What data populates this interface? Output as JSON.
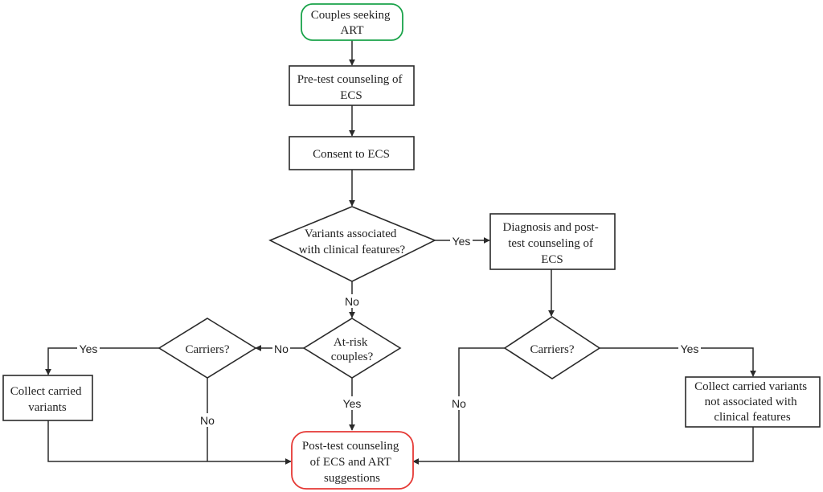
{
  "nodes": {
    "start": [
      "Couples seeking",
      "ART"
    ],
    "pretest": [
      "Pre-test counseling of",
      "ECS"
    ],
    "consent": [
      "Consent to ECS"
    ],
    "variants": [
      "Variants associated",
      "with clinical features?"
    ],
    "diagnosis": [
      "Diagnosis and post-",
      "test counseling of",
      "ECS"
    ],
    "atrisk": [
      "At-risk",
      "couples?"
    ],
    "carriers_left": [
      "Carriers?"
    ],
    "carriers_right": [
      "Carriers?"
    ],
    "collect_left": [
      "Collect carried",
      "variants"
    ],
    "collect_right": [
      "Collect carried variants",
      "not associated with",
      "clinical features"
    ],
    "end": [
      "Post-test counseling",
      "of ECS and ART",
      "suggestions"
    ]
  },
  "edge_labels": {
    "variants_yes": "Yes",
    "variants_no": "No",
    "atrisk_no": "No",
    "atrisk_yes": "Yes",
    "carriers_left_yes": "Yes",
    "carriers_left_no": "No",
    "carriers_right_yes": "Yes",
    "carriers_right_no": "No"
  },
  "colors": {
    "start_border": "#1aa34a",
    "end_border": "#e53935",
    "line": "#2a2a2a"
  }
}
